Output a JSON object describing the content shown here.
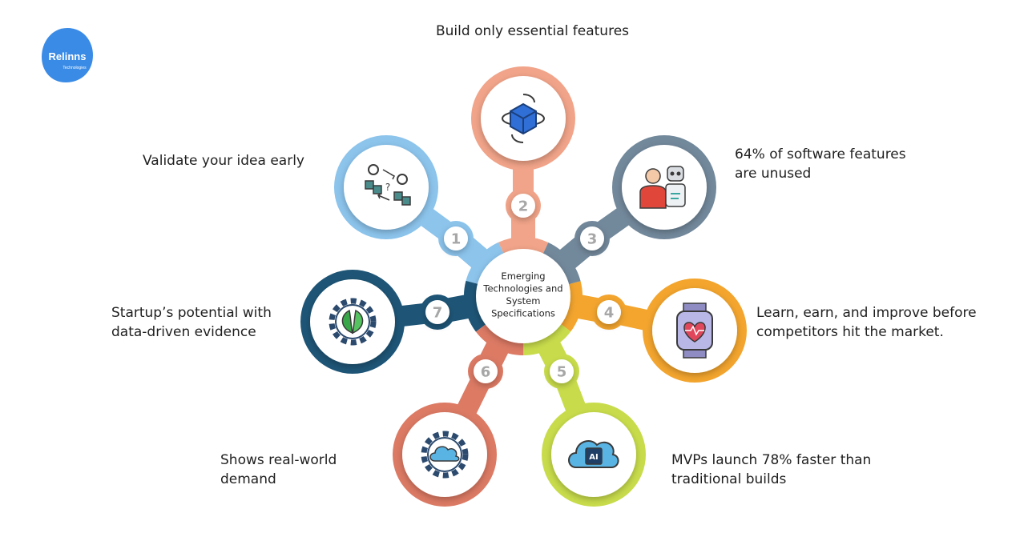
{
  "logo": {
    "brand": "Relinns",
    "tagline": "Technologies",
    "color": "#3a8be6"
  },
  "center": {
    "lines": [
      "Emerging",
      "Technologies and",
      "System",
      "Specifications"
    ]
  },
  "items": [
    {
      "num": "1",
      "lines": [
        "Validate your idea early"
      ],
      "color": "#8cc4ec",
      "icon": "workflow-icon"
    },
    {
      "num": "2",
      "lines": [
        "Build only essential features"
      ],
      "color": "#f1a489",
      "icon": "rotating-cube-icon"
    },
    {
      "num": "3",
      "lines": [
        "64% of software features",
        "are unused"
      ],
      "color": "#72889b",
      "icon": "person-robot-icon"
    },
    {
      "num": "4",
      "lines": [
        "Learn, earn, and improve before",
        "competitors hit the market."
      ],
      "color": "#f3a52e",
      "icon": "smartwatch-heart-icon"
    },
    {
      "num": "5",
      "lines": [
        "MVPs launch 78% faster than",
        "traditional builds"
      ],
      "color": "#c8dc4b",
      "icon": "ai-cloud-chip-icon"
    },
    {
      "num": "6",
      "lines": [
        "Shows real-world",
        "demand"
      ],
      "color": "#dc7a64",
      "icon": "cloud-gear-icon"
    },
    {
      "num": "7",
      "lines": [
        "Startup’s potential with",
        "data-driven evidence"
      ],
      "color": "#1e5576",
      "icon": "leaf-gear-icon"
    }
  ]
}
